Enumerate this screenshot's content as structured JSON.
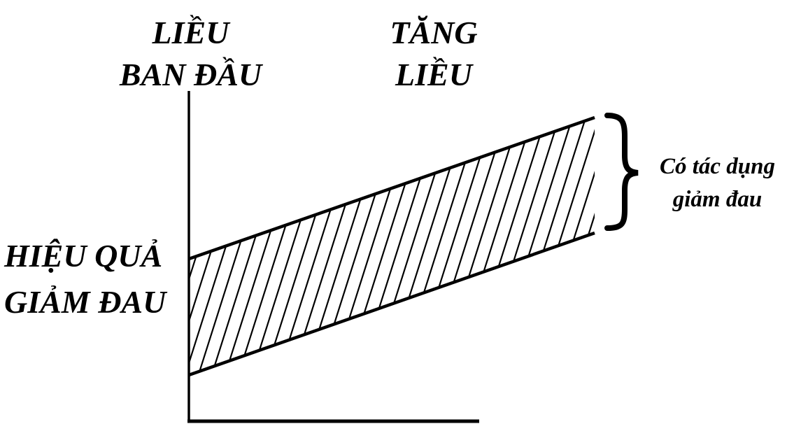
{
  "labels": {
    "initial_dose": [
      "LIỀU",
      "BAN ĐẦU"
    ],
    "increase_dose": [
      "TĂNG",
      "LIỀU"
    ],
    "effect": [
      "HIỆU QUẢ",
      "GIẢM ĐAU"
    ],
    "analgesic": [
      "Có tác dụng",
      "giảm đau"
    ]
  },
  "colors": {
    "ink": "#000000",
    "background": "#ffffff"
  },
  "icons": {
    "brace": "right-curly-brace-icon"
  }
}
